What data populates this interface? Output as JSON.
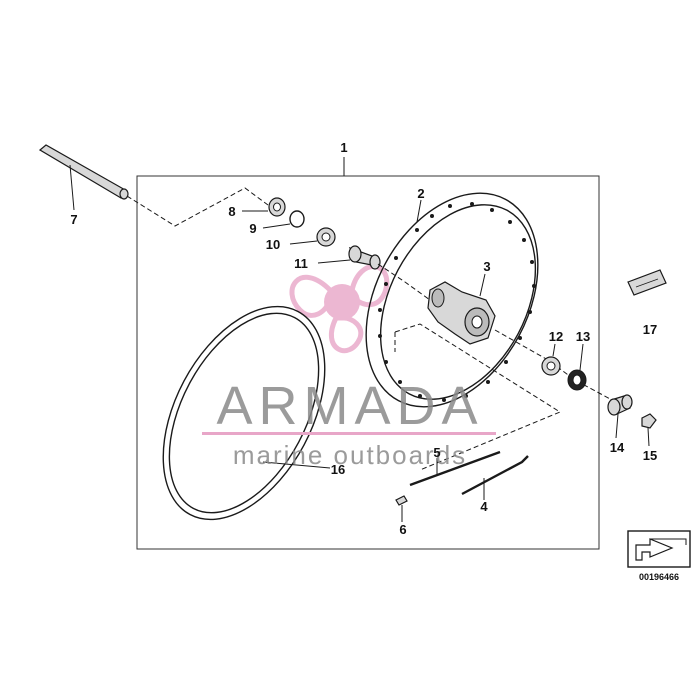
{
  "callouts": {
    "c1": "1",
    "c2": "2",
    "c3": "3",
    "c4": "4",
    "c5": "5",
    "c6": "6",
    "c7": "7",
    "c8": "8",
    "c9": "9",
    "c10": "10",
    "c11": "11",
    "c12": "12",
    "c13": "13",
    "c14": "14",
    "c15": "15",
    "c16": "16",
    "c17": "17"
  },
  "reference_code": "00196466",
  "watermark": {
    "brand": "ARMADA",
    "tagline": "marine outboards",
    "accent_color": "#e8a6c8",
    "text_color": "#8a8a8a"
  }
}
